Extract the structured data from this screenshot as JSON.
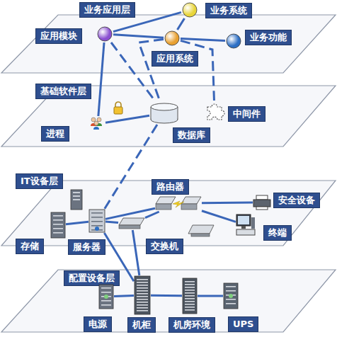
{
  "diagram": {
    "nodes": [
      {
        "text": [
          "业务应用层"
        ]
      },
      {
        "text": [
          "业务系统"
        ],
        "in": 0
      },
      {
        "text": [
          "应用模块"
        ],
        "in": 0
      },
      {
        "text": [
          "业务功能"
        ],
        "in": 0
      },
      {
        "text": [
          "应用系统"
        ],
        "in": 0
      },
      {
        "text": [
          "基础软件层"
        ]
      },
      {
        "text": [
          "中间件"
        ],
        "in": 5
      },
      {
        "text": [
          "进程"
        ],
        "in": 5
      },
      {
        "text": [
          "数据库"
        ],
        "in": 5
      },
      {
        "text": [
          "IT设备层"
        ]
      },
      {
        "text": [
          "路由器"
        ],
        "in": 9
      },
      {
        "text": [
          "安全设备"
        ],
        "in": 9
      },
      {
        "text": [
          "终端"
        ],
        "in": 9
      },
      {
        "text": [
          "存储"
        ],
        "in": 9
      },
      {
        "text": [
          "服务器"
        ],
        "in": 9
      },
      {
        "text": [
          "交换机"
        ],
        "in": 9
      },
      {
        "text": [
          "配置设备层"
        ]
      },
      {
        "text": [
          "电源"
        ],
        "in": 16
      },
      {
        "text": [
          "机柜"
        ],
        "in": 16
      },
      {
        "text": [
          "机房环境"
        ],
        "in": 16
      },
      {
        "text": [
          "UPS"
        ],
        "in": 16
      }
    ],
    "edges": [
      {
        "from": 2,
        "to": 1,
        "arrow": "none"
      },
      {
        "from": 1,
        "to": 4,
        "arrow": "none"
      },
      {
        "from": 4,
        "to": 3,
        "arrow": "none"
      },
      {
        "from": 2,
        "to": 4,
        "arrow": "none"
      },
      {
        "from": 2,
        "to": 7,
        "arrow": "none"
      },
      {
        "from": 2,
        "to": 8,
        "arrow": "none"
      },
      {
        "from": 4,
        "to": 8,
        "arrow": "none"
      },
      {
        "from": 4,
        "to": 6,
        "arrow": "none"
      },
      {
        "from": 7,
        "to": 8,
        "arrow": "none"
      },
      {
        "from": 8,
        "to": 14,
        "arrow": "none"
      },
      {
        "from": 14,
        "to": 13,
        "arrow": "none"
      },
      {
        "from": 14,
        "to": 10,
        "arrow": "none"
      },
      {
        "from": 14,
        "to": 15,
        "arrow": "none"
      },
      {
        "from": 15,
        "to": 10,
        "arrow": "none"
      },
      {
        "from": 10,
        "to": 12,
        "arrow": "none"
      },
      {
        "from": 10,
        "to": 11,
        "arrow": "none"
      },
      {
        "from": 14,
        "to": 18,
        "arrow": "none"
      },
      {
        "from": 15,
        "to": 18,
        "arrow": "none"
      },
      {
        "from": 17,
        "to": 18,
        "arrow": "none"
      },
      {
        "from": 18,
        "to": 19,
        "arrow": "none"
      },
      {
        "from": 19,
        "to": 20,
        "arrow": "none"
      }
    ]
  }
}
